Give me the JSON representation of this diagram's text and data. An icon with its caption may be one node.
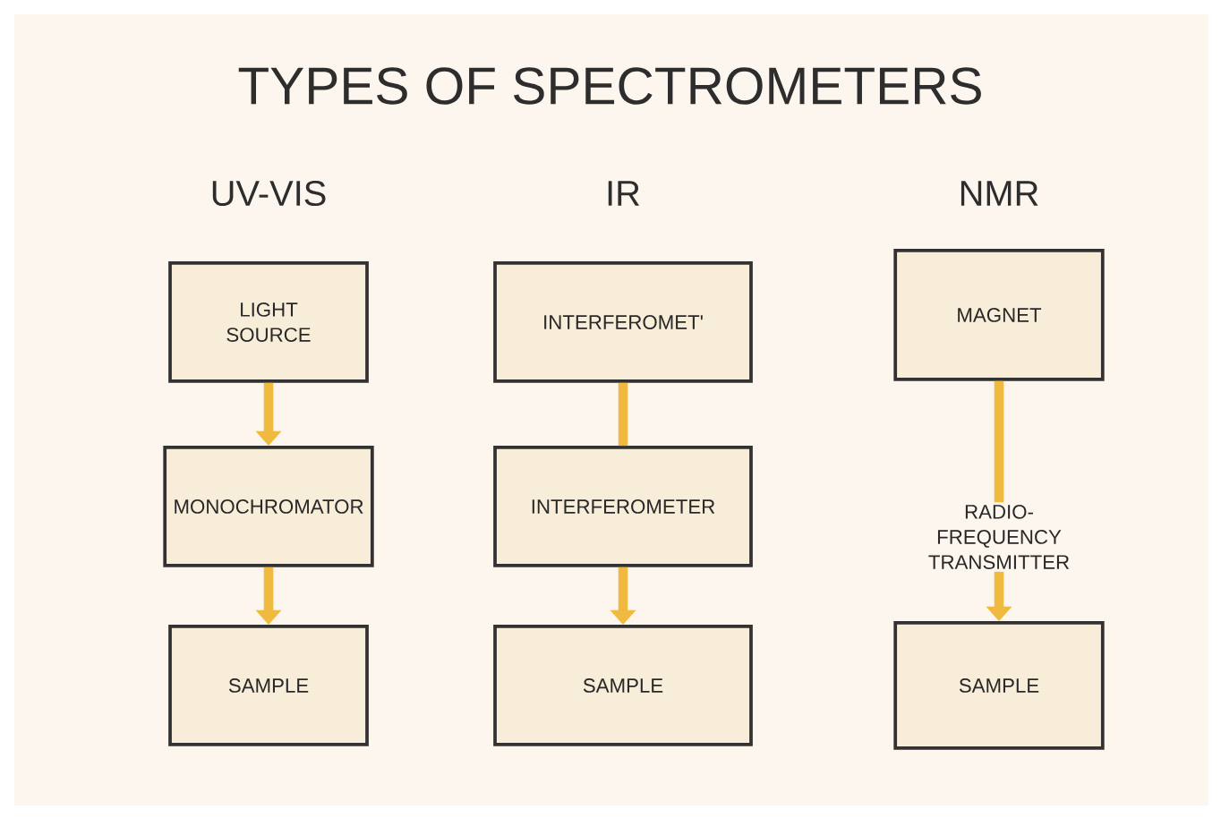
{
  "diagram": {
    "title": "TYPES OF SPECTROMETERS",
    "nodes": [
      {
        "text": [
          "LIGHT SOURCE"
        ]
      },
      {
        "text": [
          "MONOCHROMATOR"
        ]
      },
      {
        "text": [
          "SAMPLE"
        ]
      },
      {
        "text": [
          "INTERFEROMET'"
        ]
      },
      {
        "text": [
          "INTERFEROMETER"
        ]
      },
      {
        "text": [
          "SAMPLE"
        ]
      },
      {
        "text": [
          "MAGNET"
        ]
      },
      {
        "text": [
          "RADIO-FREQUENCY TRANSMITTER"
        ]
      },
      {
        "text": [
          "SAMPLE"
        ]
      }
    ],
    "edges": [
      {
        "from": 0,
        "to": 1,
        "arrow": "to"
      },
      {
        "from": 1,
        "to": 2,
        "arrow": "to"
      },
      {
        "from": 3,
        "to": 4,
        "arrow": "none"
      },
      {
        "from": 4,
        "to": 5,
        "arrow": "to"
      },
      {
        "from": 6,
        "to": 7,
        "arrow": "none"
      },
      {
        "from": 7,
        "to": 8,
        "arrow": "to"
      }
    ],
    "labels": [
      "UV-VIS",
      "IR",
      "NMR"
    ]
  }
}
